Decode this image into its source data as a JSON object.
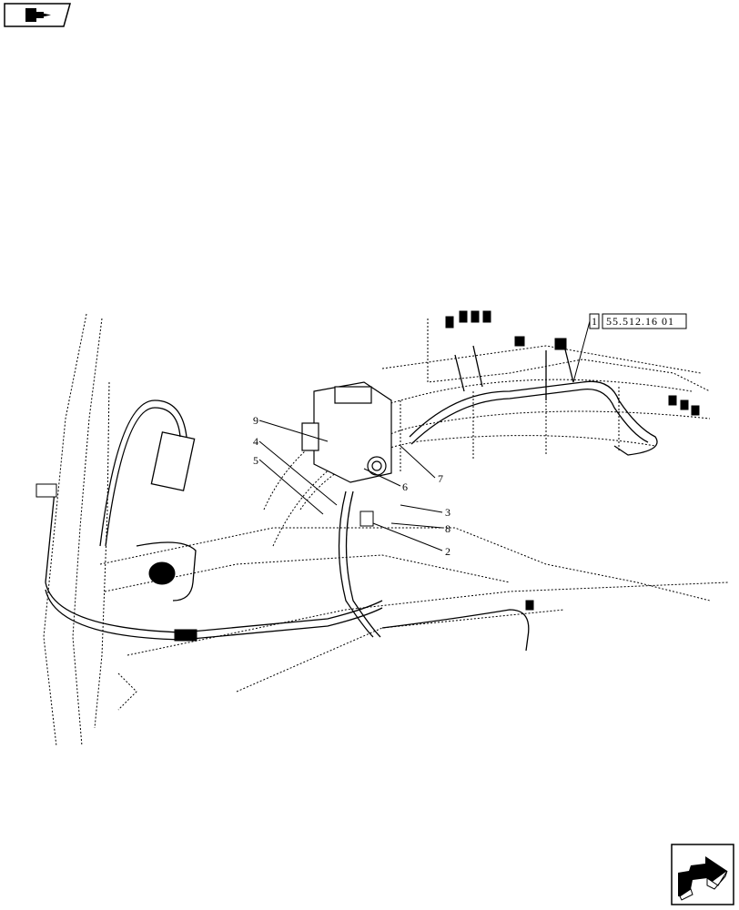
{
  "icons": {
    "top_left": "book-arrow-icon",
    "bottom_right": "next-page-arrow-icon"
  },
  "diagram": {
    "reference_box": {
      "index": "1",
      "code": "55.512.16 01"
    },
    "callouts": {
      "c1": "9",
      "c2": "4",
      "c3": "5",
      "c4": "6",
      "c5": "7",
      "c6": "3",
      "c7": "8",
      "c8": "2"
    }
  }
}
